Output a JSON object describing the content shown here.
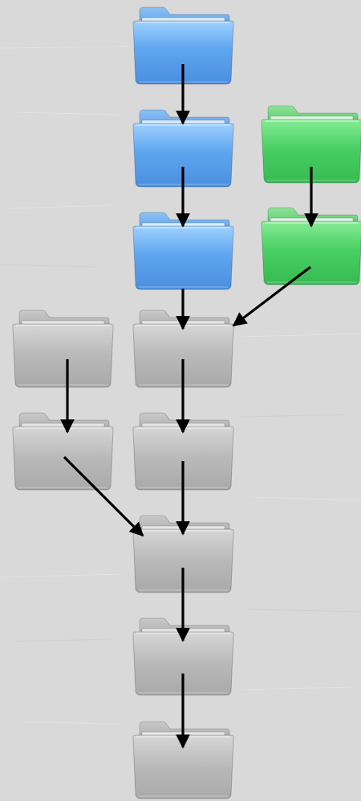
{
  "colors": {
    "blue": "#6aaef0",
    "green": "#4fd46a",
    "gray": "#bdbdbd",
    "arrow": "#000000",
    "background": "#d9d9d9"
  },
  "folders": [
    {
      "id": "blue-1",
      "color": "blue",
      "icon": "folder-icon"
    },
    {
      "id": "blue-2",
      "color": "blue",
      "icon": "folder-icon"
    },
    {
      "id": "blue-3",
      "color": "blue",
      "icon": "folder-icon"
    },
    {
      "id": "green-1",
      "color": "green",
      "icon": "folder-icon"
    },
    {
      "id": "green-2",
      "color": "green",
      "icon": "folder-icon"
    },
    {
      "id": "gray-left-1",
      "color": "gray",
      "icon": "folder-icon"
    },
    {
      "id": "gray-left-2",
      "color": "gray",
      "icon": "folder-icon"
    },
    {
      "id": "gray-center-1",
      "color": "gray",
      "icon": "folder-icon"
    },
    {
      "id": "gray-center-2",
      "color": "gray",
      "icon": "folder-icon"
    },
    {
      "id": "gray-center-3",
      "color": "gray",
      "icon": "folder-icon"
    },
    {
      "id": "gray-center-4",
      "color": "gray",
      "icon": "folder-icon"
    },
    {
      "id": "gray-center-5",
      "color": "gray",
      "icon": "folder-icon"
    }
  ],
  "edges": [
    {
      "from": "blue-1",
      "to": "blue-2"
    },
    {
      "from": "blue-2",
      "to": "blue-3"
    },
    {
      "from": "blue-3",
      "to": "gray-center-1"
    },
    {
      "from": "green-1",
      "to": "green-2"
    },
    {
      "from": "green-2",
      "to": "gray-center-1"
    },
    {
      "from": "gray-left-1",
      "to": "gray-left-2"
    },
    {
      "from": "gray-center-1",
      "to": "gray-center-2"
    },
    {
      "from": "gray-left-2",
      "to": "gray-center-3"
    },
    {
      "from": "gray-center-2",
      "to": "gray-center-3"
    },
    {
      "from": "gray-center-3",
      "to": "gray-center-4"
    },
    {
      "from": "gray-center-4",
      "to": "gray-center-5"
    }
  ]
}
